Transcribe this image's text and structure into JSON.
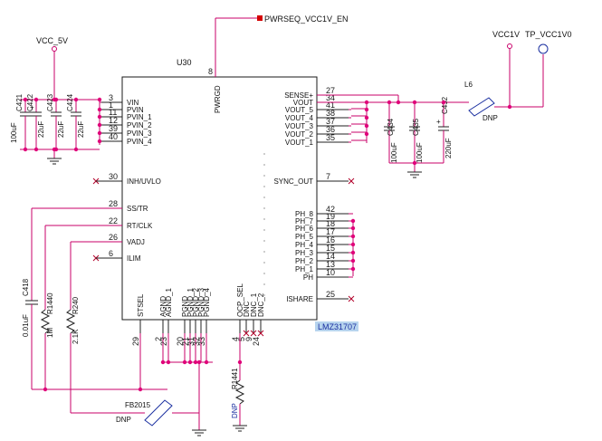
{
  "schematic": {
    "ic": {
      "ref": "U30",
      "part": "LMZ31707",
      "pin_pwrgd_num": "8",
      "pin_pwrgd_name": "PWRGD",
      "left_pins": [
        {
          "num": "3",
          "name": "VIN"
        },
        {
          "num": "1",
          "name": "PVIN"
        },
        {
          "num": "11",
          "name": "PVIN_1"
        },
        {
          "num": "12",
          "name": "PVIN_2"
        },
        {
          "num": "39",
          "name": "PVIN_3"
        },
        {
          "num": "40",
          "name": "PVIN_4"
        },
        {
          "num": "30",
          "name": "INH/UVLO"
        },
        {
          "num": "28",
          "name": "SS/TR"
        },
        {
          "num": "22",
          "name": "RT/CLK"
        },
        {
          "num": "26",
          "name": "VADJ"
        },
        {
          "num": "6",
          "name": "ILIM"
        }
      ],
      "right_pins": [
        {
          "num": "27",
          "name": "SENSE+"
        },
        {
          "num": "34",
          "name": "VOUT"
        },
        {
          "num": "41",
          "name": "VOUT_5"
        },
        {
          "num": "38",
          "name": "VOUT_4"
        },
        {
          "num": "37",
          "name": "VOUT_3"
        },
        {
          "num": "36",
          "name": "VOUT_2"
        },
        {
          "num": "35",
          "name": "VOUT_1"
        },
        {
          "num": "7",
          "name": "SYNC_OUT"
        },
        {
          "num": "42",
          "name": "PH_8"
        },
        {
          "num": "19",
          "name": "PH_7"
        },
        {
          "num": "18",
          "name": "PH_6"
        },
        {
          "num": "17",
          "name": "PH_5"
        },
        {
          "num": "16",
          "name": "PH_4"
        },
        {
          "num": "15",
          "name": "PH_3"
        },
        {
          "num": "14",
          "name": "PH_2"
        },
        {
          "num": "13",
          "name": "PH_1"
        },
        {
          "num": "10",
          "name": "PH"
        },
        {
          "num": "25",
          "name": "ISHARE"
        }
      ],
      "bottom_pins": [
        {
          "num": "29",
          "name": "STSEL"
        },
        {
          "num": "2",
          "name": "AGND"
        },
        {
          "num": "23",
          "name": "AGND_1"
        },
        {
          "num": "20",
          "name": "PGND"
        },
        {
          "num": "21",
          "name": "PGND_1"
        },
        {
          "num": "31",
          "name": "PGND_2"
        },
        {
          "num": "32",
          "name": "PGND_3"
        },
        {
          "num": "33",
          "name": "PGND_4"
        },
        {
          "num": "4",
          "name": "OCP_SEL"
        },
        {
          "num": "5",
          "name": "DNC"
        },
        {
          "num": "9",
          "name": "DNC_1"
        },
        {
          "num": "24",
          "name": "DNC_2"
        }
      ]
    },
    "nets": {
      "pwrseq": "PWRSEQ_VCC1V_EN",
      "vcc5v": "VCC_5V",
      "vcc1v": "VCC1V",
      "tp": "TP_VCC1V0"
    },
    "input_caps": [
      {
        "ref": "C421",
        "value": "100uF",
        "polarity": "+"
      },
      {
        "ref": "C422",
        "value": "22uF"
      },
      {
        "ref": "C423",
        "value": "22uF"
      },
      {
        "ref": "C424",
        "value": "22uF"
      }
    ],
    "output_caps": [
      {
        "ref": "C434",
        "value": "100uF"
      },
      {
        "ref": "C435",
        "value": "100uF"
      },
      {
        "ref": "C432",
        "value": "220uF",
        "polarity": "+"
      }
    ],
    "inductor": {
      "ref": "L6",
      "value": "DNP"
    },
    "ferrite": {
      "ref": "FB2015",
      "value": "DNP"
    },
    "c418": {
      "ref": "C418",
      "value": "0.01uF"
    },
    "r1440": {
      "ref": "R1440",
      "value": "1M"
    },
    "r240": {
      "ref": "R240",
      "value": "2.1K"
    },
    "r1441": {
      "ref": "R1441",
      "value": "DNP"
    }
  }
}
